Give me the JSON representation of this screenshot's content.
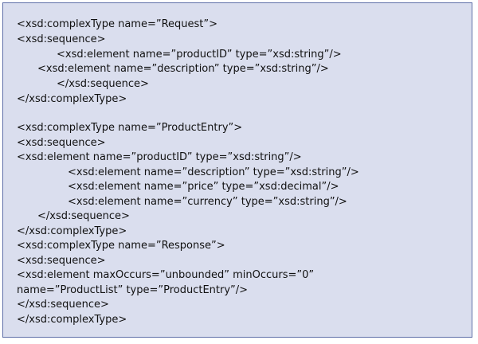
{
  "code": {
    "lines": [
      "<xsd:complexType name=”Request”>",
      "<xsd:sequence>",
      "<xsd:element name=”productID” type=”xsd:string”/>",
      "<xsd:element name=”description” type=”xsd:string”/>",
      "</xsd:sequence>",
      "</xsd:complexType>",
      "",
      "<xsd:complexType name=”ProductEntry”>",
      "<xsd:sequence>",
      "<xsd:element name=”productID” type=”xsd:string”/>",
      "<xsd:element name=”description” type=”xsd:string”/>",
      "<xsd:element name=”price” type=”xsd:decimal”/>",
      "<xsd:element name=”currency” type=”xsd:string”/>",
      "</xsd:sequence>",
      "</xsd:complexType>",
      "<xsd:complexType name=”Response”>",
      "<xsd:sequence>",
      "<xsd:element maxOccurs=”unbounded” minOccurs=”0”",
      "name=”ProductList” type=”ProductEntry”/>",
      "</xsd:sequence>",
      "</xsd:complexType>"
    ]
  }
}
